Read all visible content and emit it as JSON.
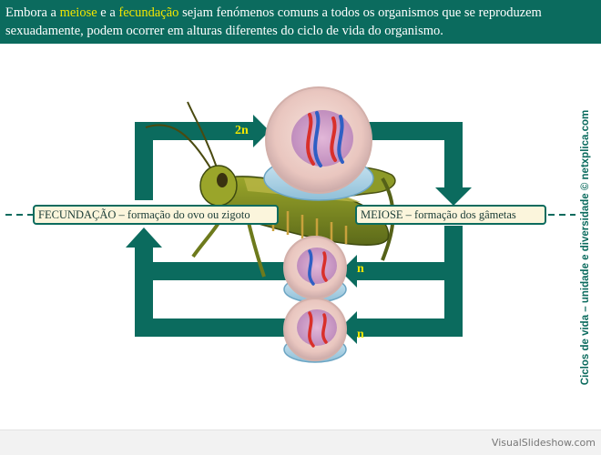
{
  "header": {
    "part1": "Embora a ",
    "term_meiose": "meiose",
    "part2": " e a ",
    "term_fecundacao": "fecundação",
    "part3": " sejam fenómenos comuns a todos os organismos que se reproduzem sexuadamente, podem ocorrer em alturas diferentes do ciclo de vida do organismo."
  },
  "diagram": {
    "label_fecundacao": "FECUNDAÇÃO – formação do ovo ou zigoto",
    "label_meiose": "MEIOSE – formação dos gâmetas",
    "ploidy_diploid": "2n",
    "ploidy_haploid_upper": "n",
    "ploidy_haploid_lower": "n"
  },
  "side_credit": "Ciclos de vida – unidade e diversidade © netxplica.com",
  "footer": "VisualSlideshow.com",
  "colors": {
    "header_bg": "#0b6b5e",
    "highlight": "#f2e600",
    "arrow": "#0b6b5e",
    "label_bg": "#fbf5dc",
    "chromosome_red": "#d9302a",
    "chromosome_blue": "#2f5fc4"
  }
}
